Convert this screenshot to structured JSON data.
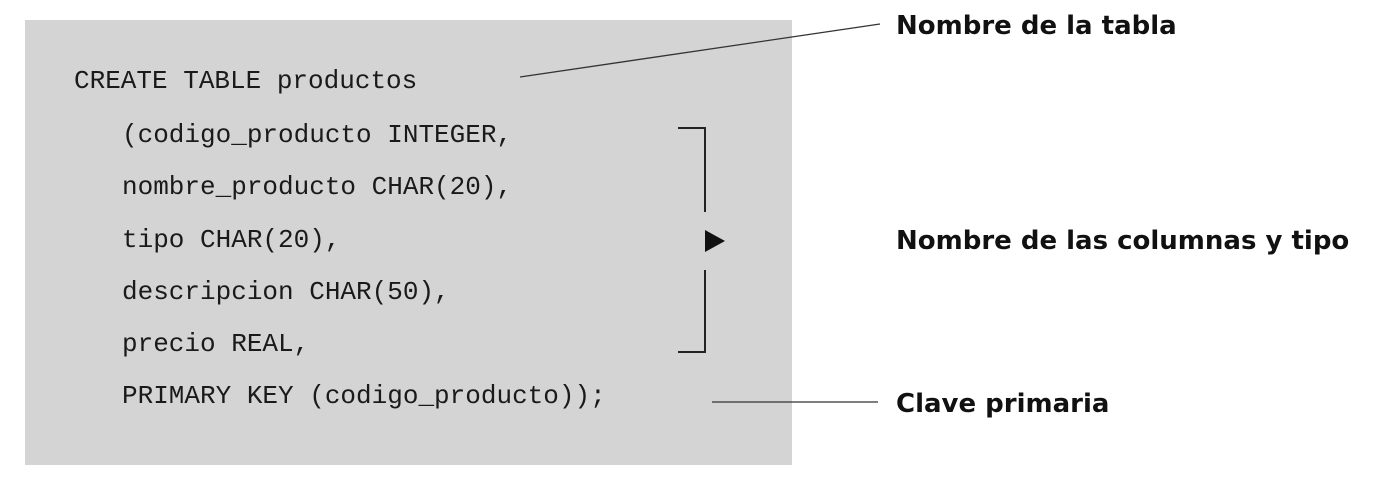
{
  "code": {
    "lines": [
      "CREATE TABLE productos",
      "(codigo_producto INTEGER,",
      "nombre_producto CHAR(20),",
      "tipo CHAR(20),",
      "descripcion CHAR(50),",
      "precio REAL,",
      "PRIMARY KEY (codigo_producto));"
    ]
  },
  "annotations": {
    "table_name": "Nombre de la tabla",
    "columns_and_types": "Nombre de las columnas y tipo",
    "primary_key": "Clave primaria"
  },
  "colors": {
    "code_background": "#d4d4d4",
    "text": "#111111",
    "lines": "#333333"
  }
}
